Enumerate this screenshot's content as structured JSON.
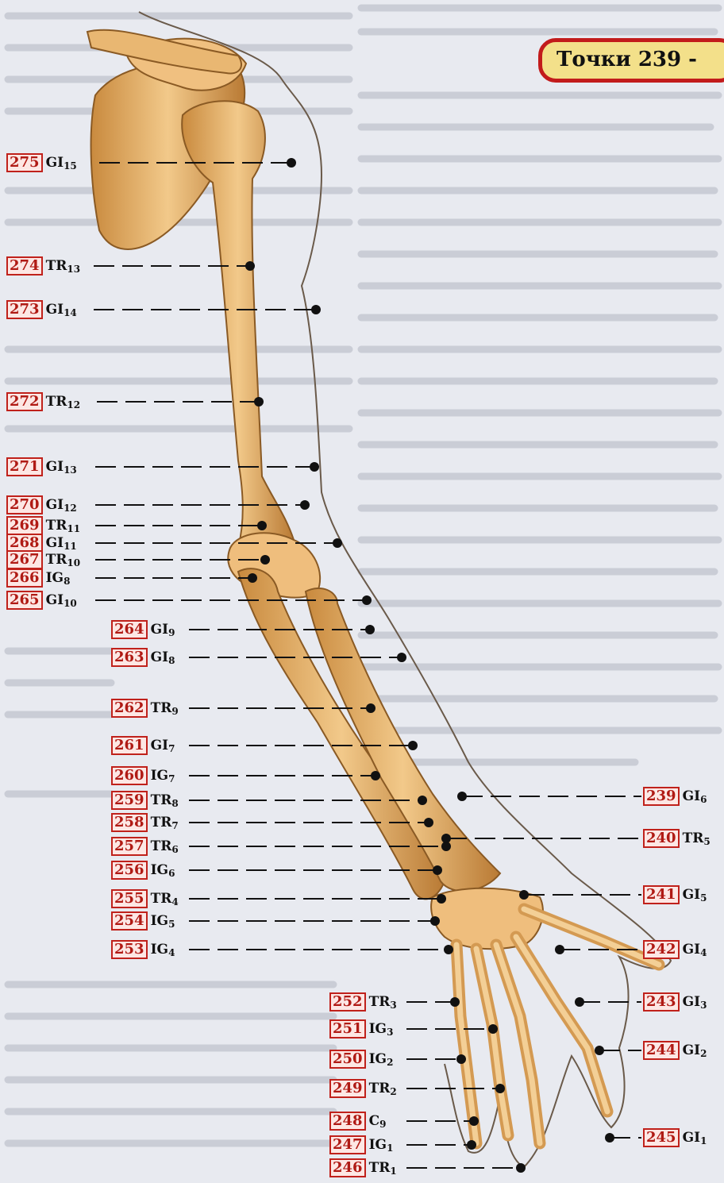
{
  "title": "Точки 239 -",
  "labels_left": [
    {
      "num": "275",
      "meridian": "GI",
      "index": "15"
    },
    {
      "num": "274",
      "meridian": "TR",
      "index": "13"
    },
    {
      "num": "273",
      "meridian": "GI",
      "index": "14"
    },
    {
      "num": "272",
      "meridian": "TR",
      "index": "12"
    },
    {
      "num": "271",
      "meridian": "GI",
      "index": "13"
    },
    {
      "num": "270",
      "meridian": "GI",
      "index": "12"
    },
    {
      "num": "269",
      "meridian": "TR",
      "index": "11"
    },
    {
      "num": "268",
      "meridian": "GI",
      "index": "11"
    },
    {
      "num": "267",
      "meridian": "TR",
      "index": "10"
    },
    {
      "num": "266",
      "meridian": "IG",
      "index": "8"
    },
    {
      "num": "265",
      "meridian": "GI",
      "index": "10"
    },
    {
      "num": "264",
      "meridian": "GI",
      "index": "9"
    },
    {
      "num": "263",
      "meridian": "GI",
      "index": "8"
    },
    {
      "num": "262",
      "meridian": "TR",
      "index": "9"
    },
    {
      "num": "261",
      "meridian": "GI",
      "index": "7"
    },
    {
      "num": "260",
      "meridian": "IG",
      "index": "7"
    },
    {
      "num": "259",
      "meridian": "TR",
      "index": "8"
    },
    {
      "num": "258",
      "meridian": "TR",
      "index": "7"
    },
    {
      "num": "257",
      "meridian": "TR",
      "index": "6"
    },
    {
      "num": "256",
      "meridian": "IG",
      "index": "6"
    },
    {
      "num": "255",
      "meridian": "TR",
      "index": "4"
    },
    {
      "num": "254",
      "meridian": "IG",
      "index": "5"
    },
    {
      "num": "253",
      "meridian": "IG",
      "index": "4"
    },
    {
      "num": "252",
      "meridian": "TR",
      "index": "3"
    },
    {
      "num": "251",
      "meridian": "IG",
      "index": "3"
    },
    {
      "num": "250",
      "meridian": "IG",
      "index": "2"
    },
    {
      "num": "249",
      "meridian": "TR",
      "index": "2"
    },
    {
      "num": "248",
      "meridian": "C",
      "index": "9"
    },
    {
      "num": "247",
      "meridian": "IG",
      "index": "1"
    },
    {
      "num": "246",
      "meridian": "TR",
      "index": "1"
    }
  ],
  "labels_right": [
    {
      "num": "239",
      "meridian": "GI",
      "index": "6"
    },
    {
      "num": "240",
      "meridian": "TR",
      "index": "5"
    },
    {
      "num": "241",
      "meridian": "GI",
      "index": "5"
    },
    {
      "num": "242",
      "meridian": "GI",
      "index": "4"
    },
    {
      "num": "243",
      "meridian": "GI",
      "index": "3"
    },
    {
      "num": "244",
      "meridian": "GI",
      "index": "2"
    },
    {
      "num": "245",
      "meridian": "GI",
      "index": "1"
    }
  ],
  "colors": {
    "label_border": "#c0211b",
    "label_fill": "#fde7e4",
    "bone_fill": "#e9b772",
    "bone_outline": "#8a5a24",
    "title_fill": "#f3e08a",
    "title_border": "#c21b1b"
  }
}
